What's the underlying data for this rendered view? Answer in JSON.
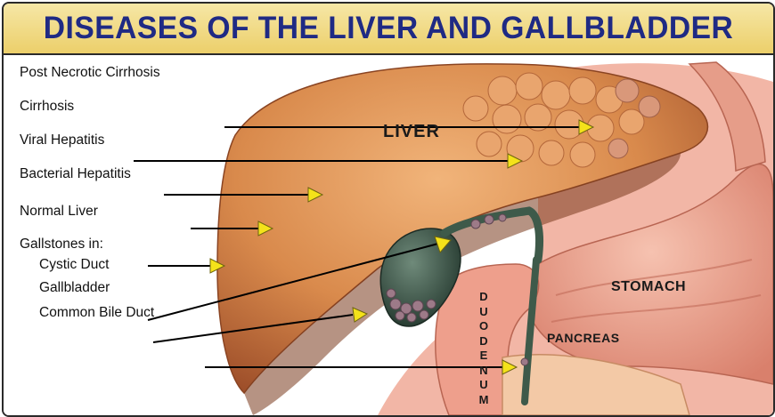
{
  "title": "DISEASES OF THE LIVER AND GALLBLADDER",
  "labels": [
    "Post Necrotic Cirrhosis",
    "Cirrhosis",
    "Viral Hepatitis",
    "Bacterial Hepatitis",
    "Normal Liver",
    "Gallstones in:",
    "Cystic Duct",
    "Gallbladder",
    "Common Bile Duct"
  ],
  "organs": {
    "liver": "LIVER",
    "stomach": "STOMACH",
    "pancreas": "PANCREAS",
    "duodenum": "DUODENUM"
  },
  "colors": {
    "title_text": "#1f2a84",
    "title_band": "#eccf6a",
    "pointer": "#f4e21a",
    "liver": "#d98a4c",
    "stomach": "#e8a08e",
    "gallbladder": "#4e6a5a"
  }
}
